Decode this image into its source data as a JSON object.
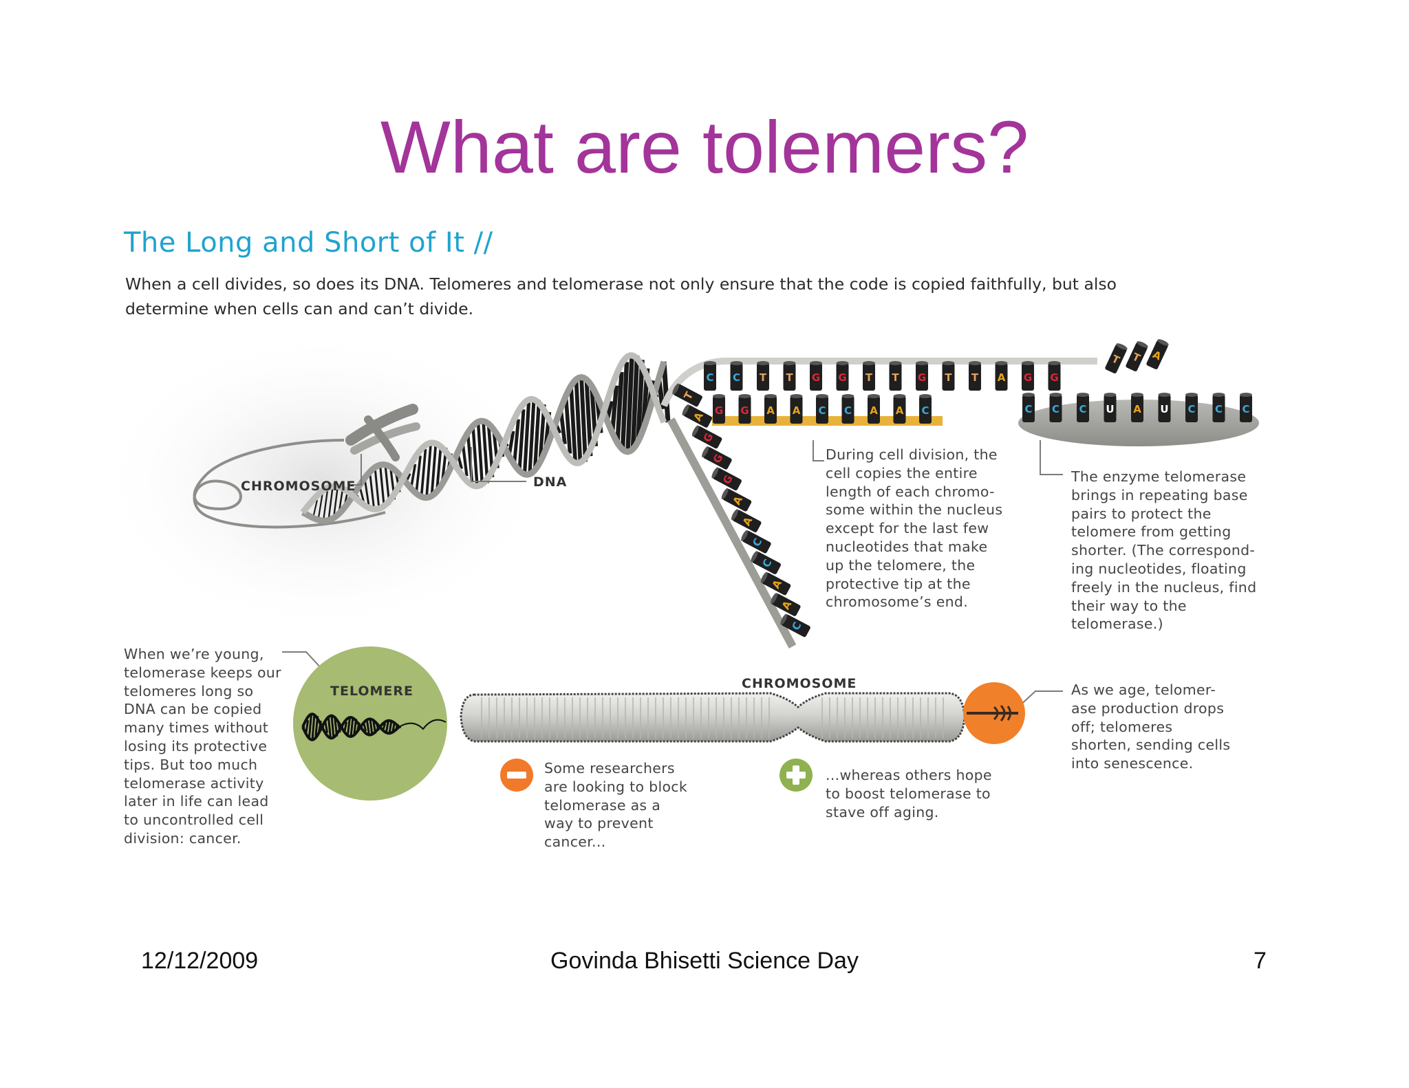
{
  "slide": {
    "title": "What are tolemers?"
  },
  "figure": {
    "heading": "The Long and Short of It //",
    "intro": "When a cell divides, so does its DNA. Telomeres and telomerase not only ensure that the code is copied faithfully, but also determine when cells can and can’t divide.",
    "labels": {
      "chromosome_top": "CHROMOSOME",
      "dna": "DNA",
      "telomere": "TELOMERE",
      "chromosome_bottom": "CHROMOSOME"
    },
    "captions": {
      "cell_division": [
        "During cell division, the",
        "cell copies the entire",
        "length of each chromo-",
        "some within the nucleus",
        "except for the last few",
        "nucleotides that make",
        "up the telomere, the",
        "protective tip at the",
        "chromosome’s end."
      ],
      "telomerase_enzyme": [
        "The enzyme telomerase",
        "brings in repeating base",
        "pairs to protect the",
        "telomere from getting",
        "shorter. (The correspond-",
        "ing nucleotides, floating",
        "freely in the nucleus, find",
        "their way to the",
        "telomerase.)"
      ],
      "young": [
        "When we’re young,",
        "telomerase keeps our",
        "telomeres long so",
        "DNA can be copied",
        "many times without",
        "losing its protective",
        "tips. But too much",
        "telomerase activity",
        "later in life can lead",
        "to uncontrolled cell",
        "division: cancer."
      ],
      "block": [
        "Some researchers",
        "are looking to block",
        "telomerase as a",
        "way to prevent",
        "cancer..."
      ],
      "boost": [
        "...whereas others hope",
        "to boost telomerase to",
        "stave off aging."
      ],
      "aging": [
        "As we age, telomer-",
        "ase production drops",
        "off; telomeres",
        "shorten, sending cells",
        "into senescence."
      ]
    },
    "nucleotides": {
      "top_strand": [
        "C",
        "C",
        "T",
        "T",
        "G",
        "G",
        "T",
        "T",
        "G",
        "T",
        "T",
        "A",
        "G",
        "G"
      ],
      "bottom_strand": [
        "G",
        "G",
        "A",
        "A",
        "C",
        "C",
        "A",
        "A",
        "C"
      ],
      "diagonal_strand": [
        "T",
        "A",
        "G",
        "G",
        "G",
        "A",
        "A",
        "C",
        "C",
        "A",
        "A",
        "C"
      ],
      "telomerase_template": [
        "C",
        "C",
        "C",
        "U",
        "A",
        "U",
        "C",
        "C",
        "C"
      ],
      "floating": [
        "T",
        "T",
        "A"
      ]
    },
    "colors": {
      "A": "#e8a21c",
      "T": "#e2a25a",
      "G": "#d7283a",
      "C": "#3aa7d9",
      "U": "#ffffff",
      "telomere_circle": "#a7bb72",
      "aging_circle": "#f0802a",
      "minus_icon": "#f07a2a",
      "plus_icon": "#8fb14f",
      "heading": "#1fa3cf",
      "title": "#a3349a"
    }
  },
  "footer": {
    "date": "12/12/2009",
    "center": "Govinda Bhisetti Science Day",
    "page": "7"
  }
}
